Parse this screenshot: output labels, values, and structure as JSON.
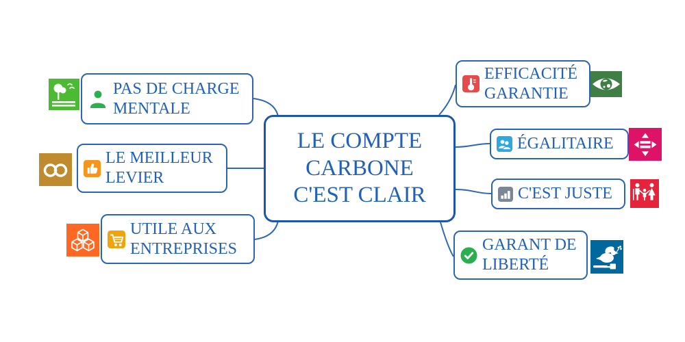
{
  "diagram": {
    "type": "mindmap",
    "center": {
      "lines": [
        "LE COMPTE",
        "CARBONE",
        "C'EST CLAIR"
      ]
    },
    "branches": [
      {
        "label": "PAS DE CHARGE MENTALE",
        "side": "left",
        "inner_icon": "person-icon",
        "outer_icon": "sdg-life-on-land-icon"
      },
      {
        "label": "LE MEILLEUR LEVIER",
        "side": "left",
        "inner_icon": "thumbs-up-icon",
        "outer_icon": "sdg-infinity-consumption-icon"
      },
      {
        "label": "UTILE AUX ENTREPRISES",
        "side": "left",
        "inner_icon": "shopping-cart-icon",
        "outer_icon": "sdg-industry-cubes-icon"
      },
      {
        "label": "EFFICACITÉ GARANTIE",
        "side": "right",
        "inner_icon": "thermometer-icon",
        "outer_icon": "sdg-climate-eye-icon"
      },
      {
        "label": "ÉGALITAIRE",
        "side": "right",
        "inner_icon": "users-icon",
        "outer_icon": "sdg-equality-arrows-icon"
      },
      {
        "label": "C'EST JUSTE",
        "side": "right",
        "inner_icon": "bar-chart-icon",
        "outer_icon": "sdg-family-icon"
      },
      {
        "label": "GARANT DE LIBERTÉ",
        "side": "right",
        "inner_icon": "check-icon",
        "outer_icon": "sdg-peace-dove-icon"
      }
    ],
    "colors": {
      "text_blue": "#2161B8",
      "border_blue": "#2A63B8",
      "connector_blue": "#2E66B8",
      "sdg_green_land": "#4CBB33",
      "person_green": "#2EAF4F",
      "sdg_gold_consumption": "#BF8B2E",
      "thumb_orange": "#F7941E",
      "sdg_orange_industry": "#FD6925",
      "cart_amber": "#EFA30C",
      "thermometer_red": "#E54B4B",
      "sdg_dark_green_climate": "#3F7E44",
      "users_blue": "#2FA7E0",
      "sdg_magenta_equality": "#DD1367",
      "chart_gray": "#7B8794",
      "sdg_red_family": "#E5243B",
      "check_green": "#2BAE50",
      "sdg_blue_peace": "#00689D"
    }
  }
}
